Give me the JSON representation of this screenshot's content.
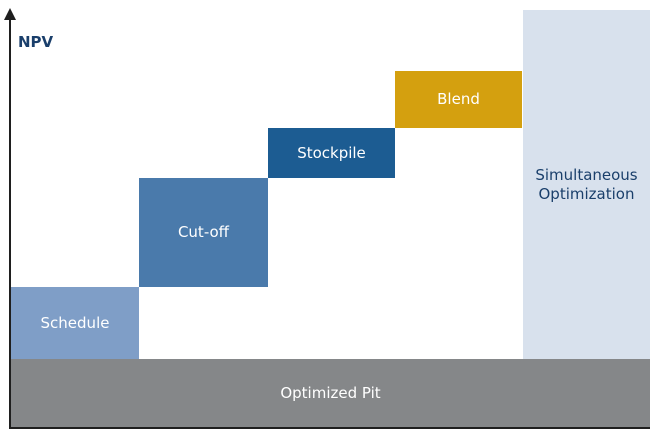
{
  "axis": {
    "y_label": "NPV"
  },
  "blocks": {
    "schedule": "Schedule",
    "cutoff": "Cut-off",
    "stockpile": "Stockpile",
    "blend": "Blend",
    "simultaneous_line1": "Simultaneous",
    "simultaneous_line2": "Optimization",
    "base": "Optimized Pit"
  },
  "colors": {
    "schedule": "#7f9ec7",
    "cutoff": "#4a7aab",
    "stockpile": "#1c5c92",
    "blend": "#d4a00f",
    "simultaneous_bg": "#d8e1ed",
    "base": "#858789",
    "label_text": "#1a3f6b"
  }
}
